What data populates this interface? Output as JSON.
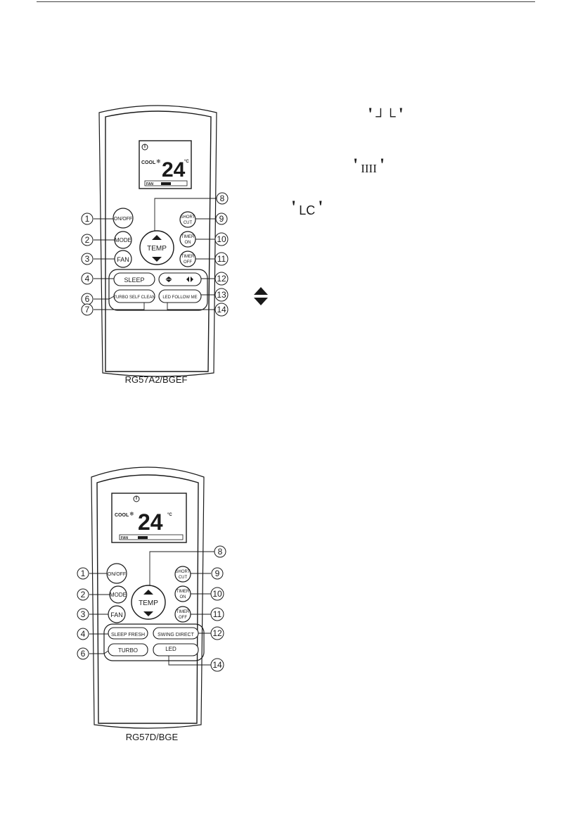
{
  "remotes": [
    {
      "model": "RG57A2/BGEF",
      "lcd": {
        "mode": "COOL",
        "temp": "24",
        "unit": "°C",
        "fan": "FAN"
      },
      "buttons": {
        "on_off": "ON/OFF",
        "mode": "MODE",
        "fan": "FAN",
        "temp": "TEMP",
        "short_cut": [
          "SHORT",
          "CUT"
        ],
        "timer_on": [
          "TIMER",
          "ON"
        ],
        "timer_off": [
          "TIMER",
          "OFF"
        ],
        "sleep": "SLEEP",
        "turbo_self_clean": "TURBO SELF CLEAN",
        "led_follow_me": "LED FOLLOW ME"
      },
      "callouts": [
        "1",
        "2",
        "3",
        "4",
        "6",
        "7",
        "8",
        "9",
        "10",
        "11",
        "12",
        "13",
        "14"
      ]
    },
    {
      "model": "RG57D/BGE",
      "lcd": {
        "mode": "COOL",
        "temp": "24",
        "unit": "°C",
        "fan": "FAN"
      },
      "buttons": {
        "on_off": "ON/OFF",
        "mode": "MODE",
        "fan": "FAN",
        "temp": "TEMP",
        "short_cut": [
          "SHORT",
          "CUT"
        ],
        "timer_on": [
          "TIMER",
          "ON"
        ],
        "timer_off": [
          "TIMER",
          "OFF"
        ],
        "sleep_fresh": "SLEEP FRESH",
        "swing_direct": "SWING DIRECT",
        "turbo": "TURBO",
        "led": "LED"
      },
      "callouts": [
        "1",
        "2",
        "3",
        "4",
        "6",
        "8",
        "9",
        "10",
        "11",
        "12",
        "14"
      ]
    }
  ],
  "symbols": {
    "quote_open": "'",
    "quote_close": "'",
    "sym1": "┘└",
    "sym2": "IIII",
    "sym3": "LC"
  }
}
